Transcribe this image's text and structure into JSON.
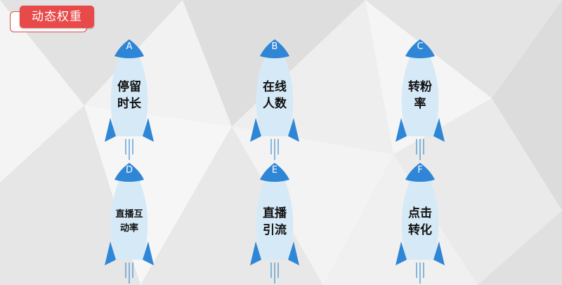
{
  "title": "动态权重",
  "colors": {
    "title_bg": "#e84a4a",
    "rocket_body": "#d6e9f7",
    "rocket_accent": "#2f86d6",
    "rocket_thrust": "#3f8fcf"
  },
  "rockets": [
    {
      "letter": "A",
      "label": "停留\n时长"
    },
    {
      "letter": "B",
      "label": "在线\n人数"
    },
    {
      "letter": "C",
      "label": "转粉\n率"
    },
    {
      "letter": "D",
      "label": "直播互\n动率"
    },
    {
      "letter": "E",
      "label": "直播\n引流"
    },
    {
      "letter": "F",
      "label": "点击\n转化"
    }
  ]
}
